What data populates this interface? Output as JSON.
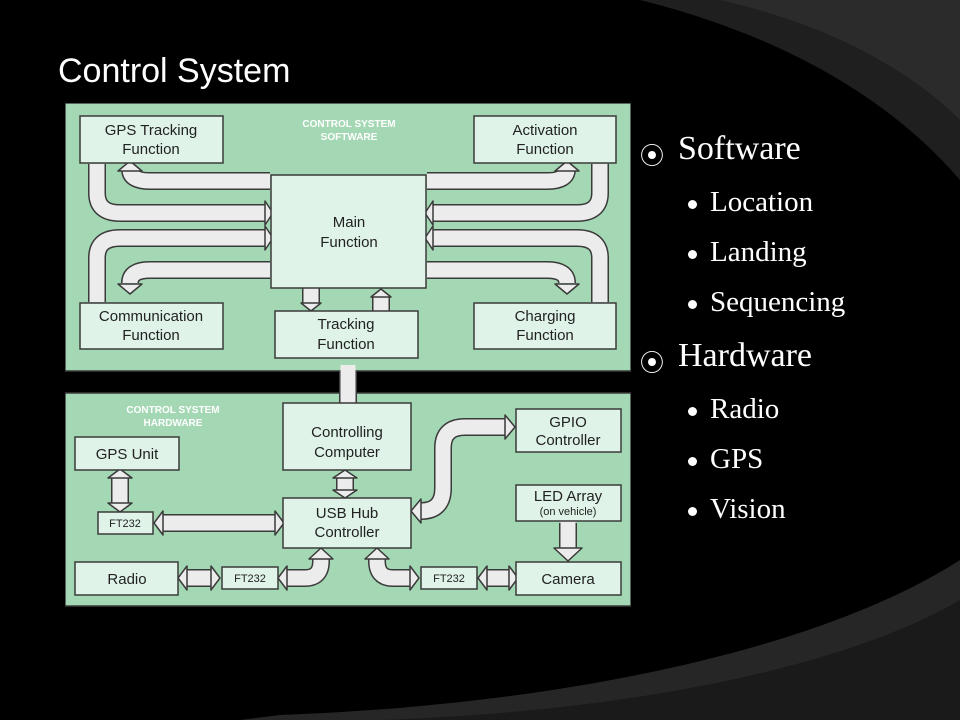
{
  "title": "Control System",
  "diagram": {
    "software_panel_label_1": "CONTROL SYSTEM",
    "software_panel_label_2": "SOFTWARE",
    "hardware_panel_label_1": "CONTROL SYSTEM",
    "hardware_panel_label_2": "HARDWARE",
    "gps_tracking_1": "GPS Tracking",
    "gps_tracking_2": "Function",
    "activation_1": "Activation",
    "activation_2": "Function",
    "main_1": "Main",
    "main_2": "Function",
    "communication_1": "Communication",
    "communication_2": "Function",
    "tracking_1": "Tracking",
    "tracking_2": "Function",
    "charging_1": "Charging",
    "charging_2": "Function",
    "gps_unit": "GPS Unit",
    "controlling_1": "Controlling",
    "controlling_2": "Computer",
    "gpio_1": "GPIO",
    "gpio_2": "Controller",
    "usb_hub_1": "USB Hub",
    "usb_hub_2": "Controller",
    "led_array_1": "LED Array",
    "led_array_2": "(on vehicle)",
    "ft232_left": "FT232",
    "ft232_radio": "FT232",
    "ft232_camera": "FT232",
    "radio": "Radio",
    "camera": "Camera"
  },
  "bullets": {
    "software": "Software",
    "software_items": [
      "Location",
      "Landing",
      "Sequencing"
    ],
    "hardware": "Hardware",
    "hardware_items": [
      "Radio",
      "GPS",
      "Vision"
    ]
  },
  "colors": {
    "panel_fill": "#a4d8b4",
    "box_fill": "#dff3e8",
    "arrow_fill": "#ececec",
    "stroke": "#3a3a3a",
    "background": "#000000",
    "swoosh": "#2a2a2a"
  }
}
